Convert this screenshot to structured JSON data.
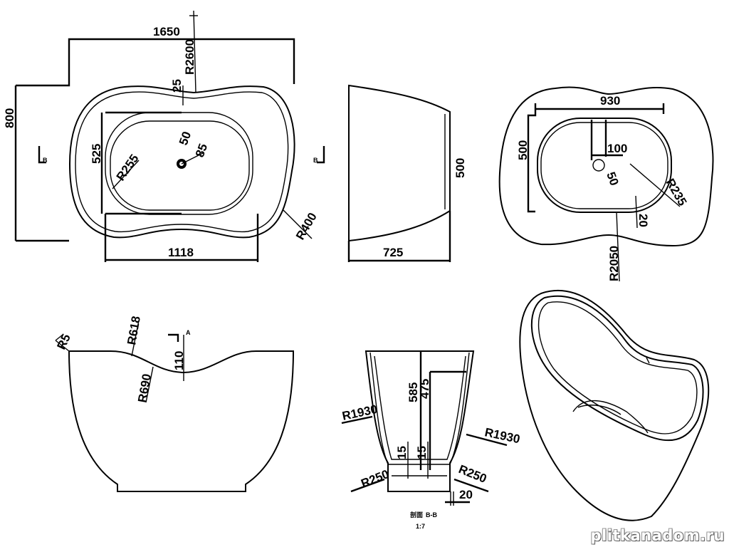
{
  "top_plan": {
    "overall_length": "1650",
    "overall_width": "800",
    "inner_length": "1118",
    "inner_width": "525",
    "rim_radius": "R2600",
    "rim_offset": "25",
    "inner_radius": "R255",
    "corner_radius": "R400",
    "drain_dia": "50",
    "drain_outer": "85",
    "section_mark_left": "B",
    "section_mark_right": "B"
  },
  "side_view": {
    "height": "500",
    "depth": "725"
  },
  "bottom_plan": {
    "length": "930",
    "width": "500",
    "drain_offset": "100",
    "drain_dia": "50",
    "corner_radius": "R235",
    "wall": "20",
    "side_radius": "R2050"
  },
  "front_view": {
    "corner_radius": "R5",
    "top_radius": "R618",
    "dip_radius": "R690",
    "dip_depth": "110",
    "section_mark": "A"
  },
  "section_view": {
    "height_total": "585",
    "height_inner": "475",
    "wall_radius_left": "R1930",
    "wall_radius_right": "R1930",
    "floor_left": "15",
    "floor_right": "15",
    "base_radius_left": "R250",
    "base_radius_right": "R250",
    "base_wall": "20",
    "caption": "剖面",
    "caption_sub": "B-B",
    "scale": "1:7"
  },
  "watermark": "plitkanadom.ru"
}
